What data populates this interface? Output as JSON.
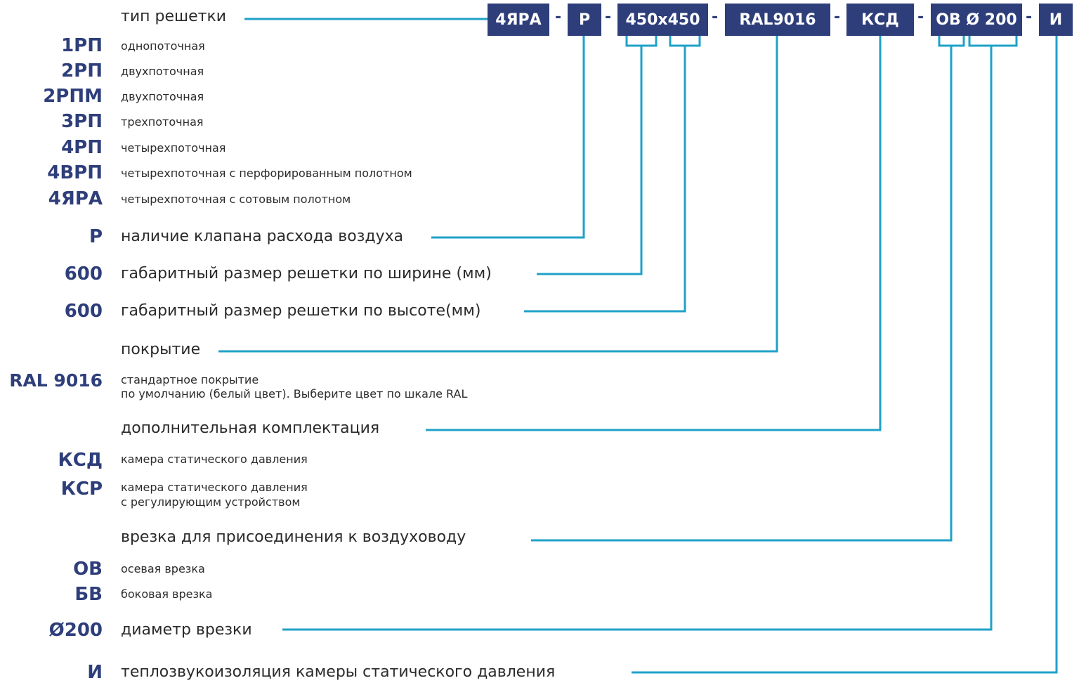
{
  "code": {
    "segments": [
      "4ЯРА",
      "Р",
      "450x450",
      "RAL9016",
      "КСД",
      "ОВ Ø 200",
      "И"
    ],
    "separator": "-"
  },
  "headings": {
    "grille_type": "тип решетки",
    "valve": "наличие клапана расхода воздуха",
    "width": "габаритный размер решетки по ширине (мм)",
    "height": "габаритный размер решетки по высоте(мм)",
    "coating": "покрытие",
    "equipment": "дополнительная комплектация",
    "connection": "врезка для присоединения к воздуховоду",
    "diameter": "диаметр врезки",
    "insulation": "теплозвукоизоляция камеры статического давления"
  },
  "grille_types": [
    {
      "code": "1РП",
      "desc": "однопоточная"
    },
    {
      "code": "2РП",
      "desc": "двухпоточная"
    },
    {
      "code": "2РПМ",
      "desc": "двухпоточная"
    },
    {
      "code": "3РП",
      "desc": "трехпоточная"
    },
    {
      "code": "4РП",
      "desc": "четырехпоточная"
    },
    {
      "code": "4ВРП",
      "desc": "четырехпоточная с перфорированным полотном"
    },
    {
      "code": "4ЯРА",
      "desc": "четырехпоточная с сотовым полотном"
    }
  ],
  "valve": {
    "code": "Р"
  },
  "width": {
    "code": "600"
  },
  "height": {
    "code": "600"
  },
  "coating": {
    "code": "RAL 9016",
    "line1": "стандартное покрытие",
    "line2": "по умолчанию (белый цвет). Выберите цвет по шкале RAL"
  },
  "equipment": [
    {
      "code": "КСД",
      "line1": "камера статического давления",
      "line2": ""
    },
    {
      "code": "КСР",
      "line1": "камера статического давления",
      "line2": "с регулирующим устройством"
    }
  ],
  "connection": [
    {
      "code": "ОВ",
      "desc": "осевая врезка"
    },
    {
      "code": "БВ",
      "desc": "боковая врезка"
    }
  ],
  "diameter": {
    "code": "Ø200"
  },
  "insulation": {
    "code": "И"
  },
  "colors": {
    "box": "#2e3e7a",
    "line": "#1fa1c8",
    "text": "#2b2b2b"
  }
}
